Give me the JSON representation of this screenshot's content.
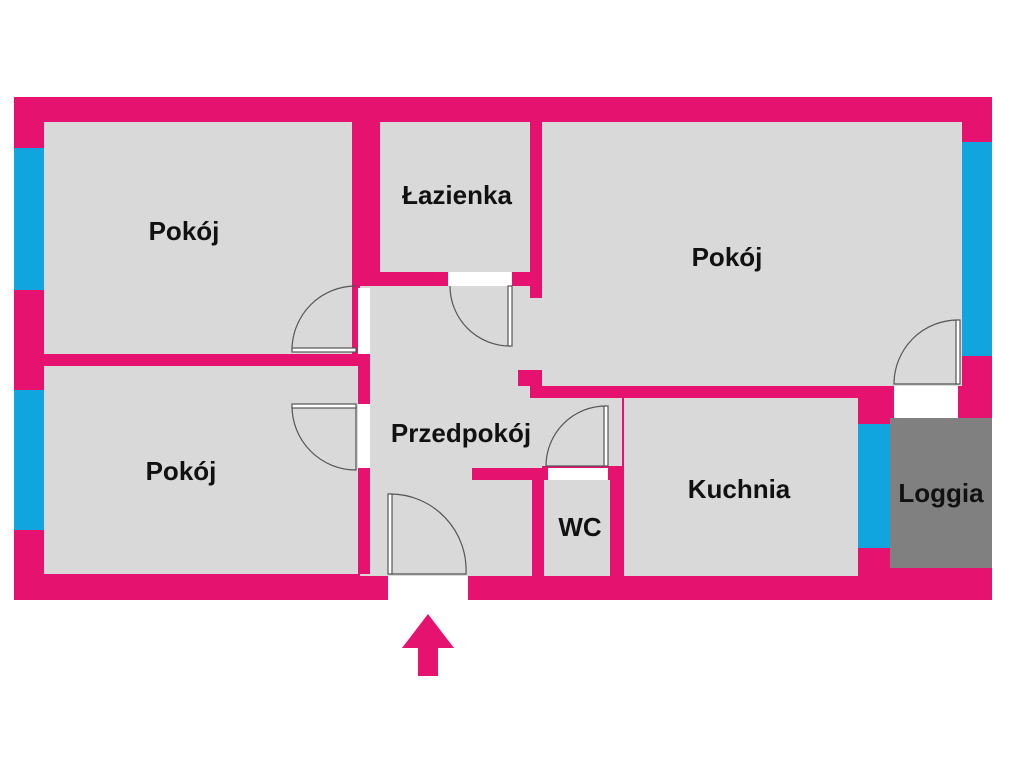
{
  "colors": {
    "wall": "#e5136f",
    "floor": "#d9d9d9",
    "window": "#11a5e0",
    "loggia": "#808080",
    "background": "#ffffff"
  },
  "rooms": {
    "room_top_left": "Pokój",
    "room_bottom_left": "Pokój",
    "bathroom": "Łazienka",
    "room_right": "Pokój",
    "hallway": "Przedpokój",
    "wc": "WC",
    "kitchen": "Kuchnia",
    "loggia": "Loggia"
  },
  "entrance_marker": "up-arrow-icon"
}
